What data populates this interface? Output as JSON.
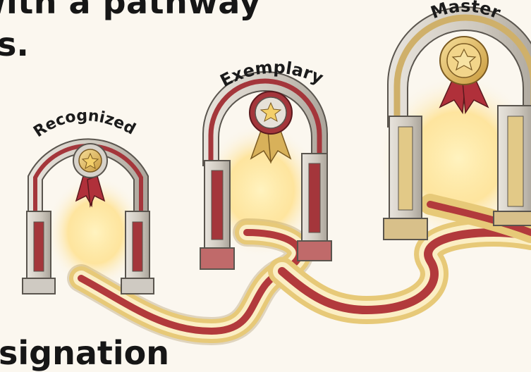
{
  "headings": {
    "top_line": "with a pathway",
    "second_line": "s.",
    "bottom_line": "signation"
  },
  "arches": [
    {
      "label": "Recognized",
      "trim_color": "#a4363b",
      "ribbon_color": "#b0303a"
    },
    {
      "label": "Exemplary",
      "trim_color": "#a4363b",
      "ribbon_color": "#d8b15a"
    },
    {
      "label": "Master",
      "trim_color": "#cfb06a",
      "ribbon_color": "#b0303a"
    }
  ],
  "colors": {
    "background": "#fbf7ef",
    "stone": "#cfcac2",
    "path_gold": "#e7c978",
    "path_red": "#b23a3c",
    "glow": "#ffe79a"
  },
  "icons": [
    "star-medal-icon",
    "star-medal-icon",
    "star-medal-icon"
  ]
}
